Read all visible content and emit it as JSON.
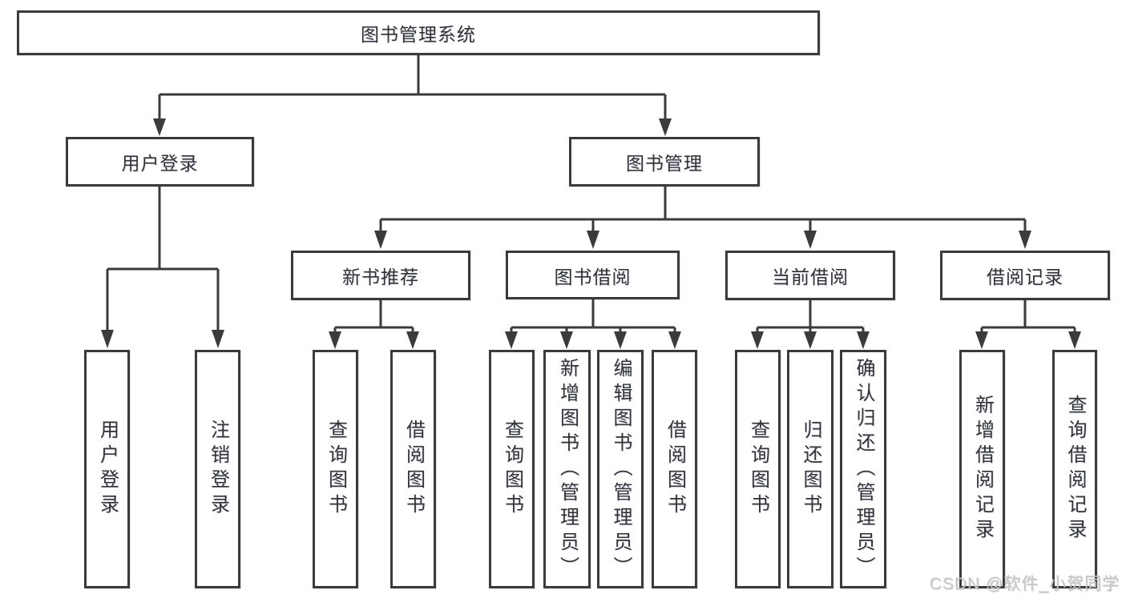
{
  "tree": {
    "root": {
      "label": "图书管理系统"
    },
    "branches": [
      {
        "label": "用户登录",
        "children": [
          {
            "label": "用户登录"
          },
          {
            "label": "注销登录"
          }
        ]
      },
      {
        "label": "图书管理",
        "groups": [
          {
            "label": "新书推荐",
            "children": [
              {
                "label": "查询图书"
              },
              {
                "label": "借阅图书"
              }
            ]
          },
          {
            "label": "图书借阅",
            "children": [
              {
                "label": "查询图书"
              },
              {
                "label": "新增图书（管理员）"
              },
              {
                "label": "编辑图书（管理员）"
              },
              {
                "label": "借阅图书"
              }
            ]
          },
          {
            "label": "当前借阅",
            "children": [
              {
                "label": "查询图书"
              },
              {
                "label": "归还图书"
              },
              {
                "label": "确认归还（管理员）"
              }
            ]
          },
          {
            "label": "借阅记录",
            "children": [
              {
                "label": "新增借阅记录"
              },
              {
                "label": "查询借阅记录"
              }
            ]
          }
        ]
      }
    ]
  },
  "watermark": {
    "text": "CSDN @软件_小贺同学"
  },
  "colors": {
    "line": "#3b3b3b",
    "text": "#333333",
    "background": "#ffffff",
    "watermark": "#c9c9c9"
  }
}
